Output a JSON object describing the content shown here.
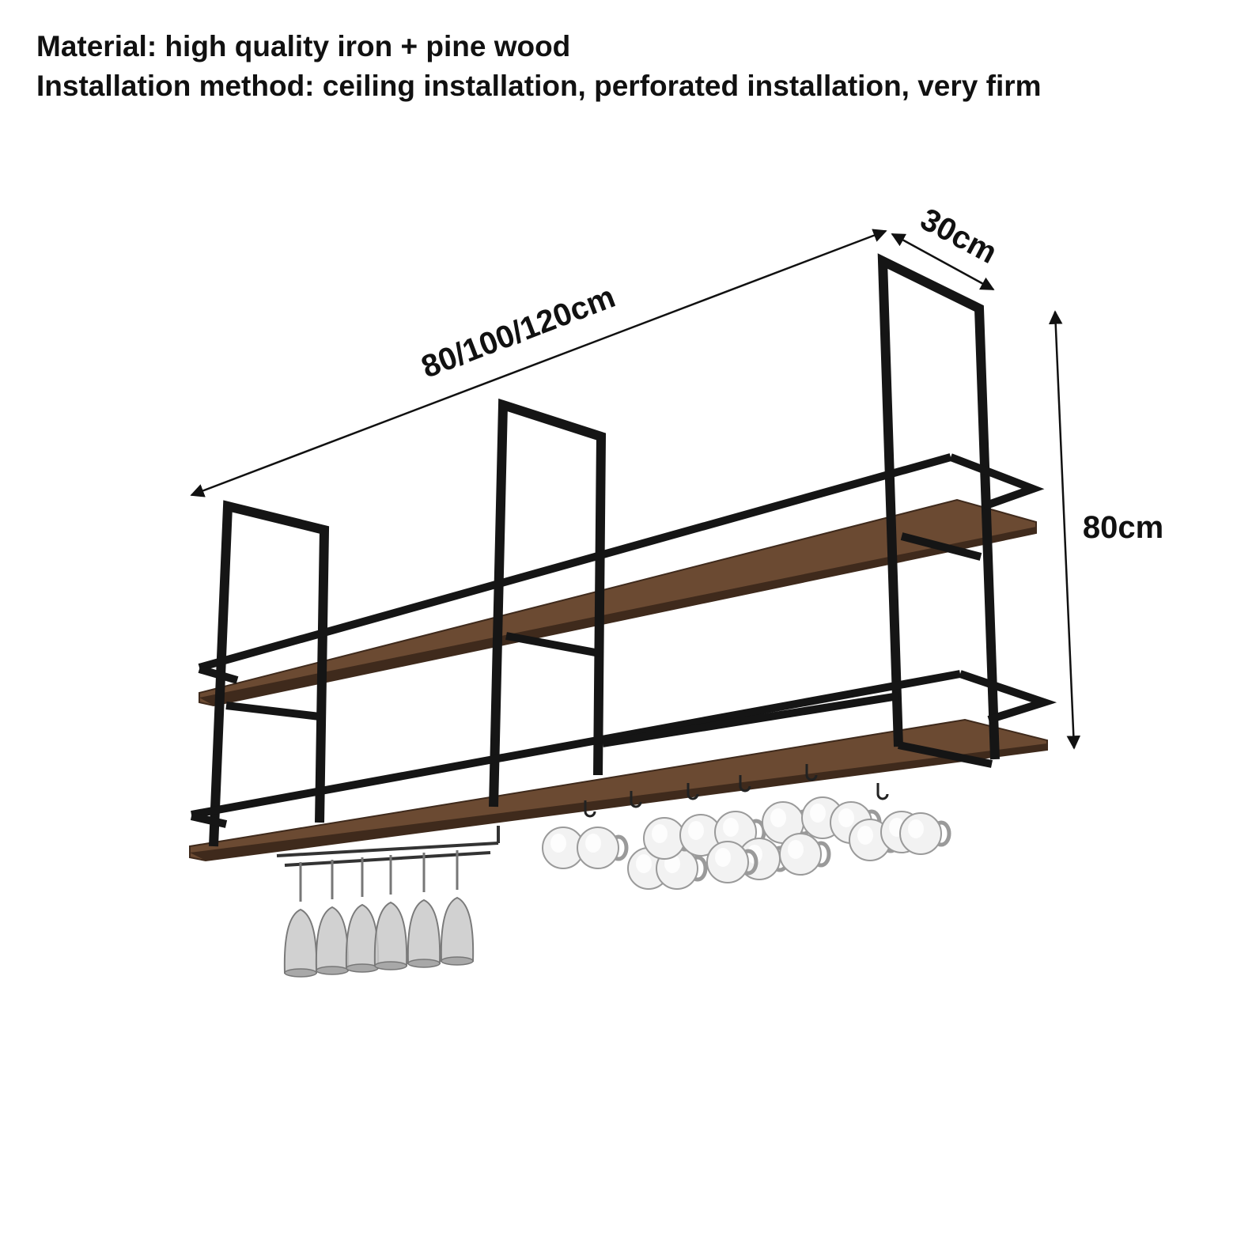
{
  "specs": {
    "material": "Material: high quality iron + pine wood",
    "installation": "Installation method: ceiling installation, perforated installation, very firm"
  },
  "dimensions": {
    "length": "80/100/120cm",
    "depth": "30cm",
    "height": "80cm"
  },
  "colors": {
    "iron": "#151515",
    "wood": "#6b4a32",
    "wood_dark": "#3f2a1c",
    "glass": "#b9b9b9",
    "mug": "#f2f2f2"
  },
  "product": {
    "name": "hanging-wine-glass-and-mug-rack",
    "glass_count": 6,
    "mug_count": 16
  }
}
